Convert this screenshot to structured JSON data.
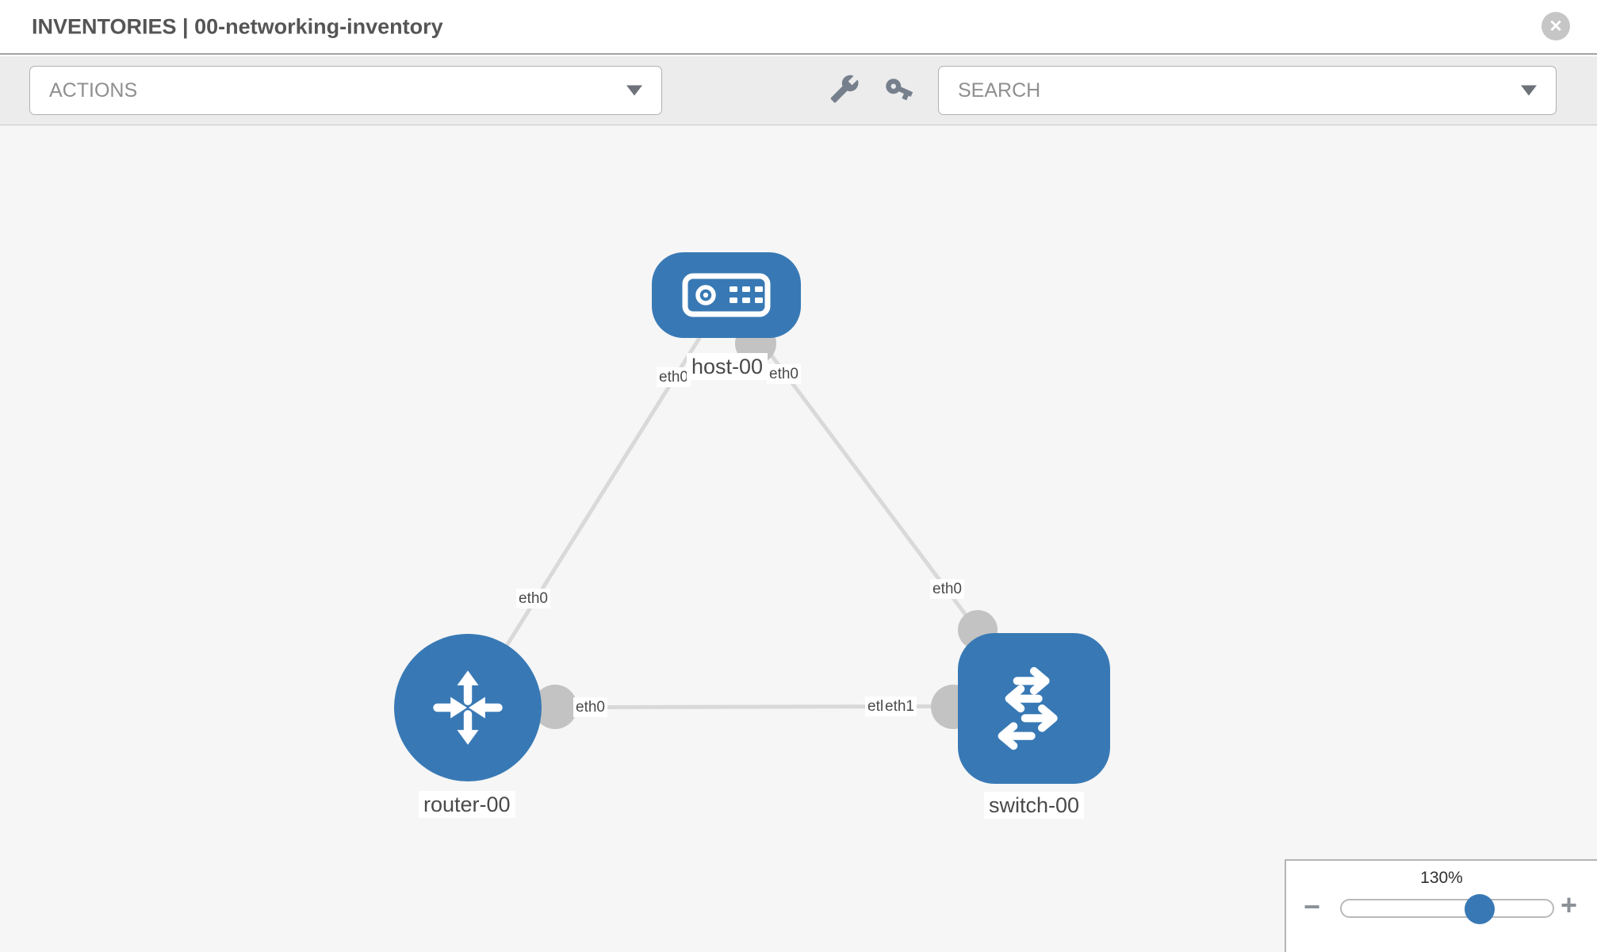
{
  "header": {
    "title": "INVENTORIES | 00-networking-inventory",
    "close_glyph": "✕"
  },
  "toolbar": {
    "actions_label": "ACTIONS",
    "search_label": "SEARCH",
    "icons": [
      "caret-down-icon",
      "wrench-icon",
      "key-icon"
    ]
  },
  "topology": {
    "nodes": [
      {
        "label": "host-00",
        "type": "host"
      },
      {
        "label": "router-00",
        "type": "router"
      },
      {
        "label": "switch-00",
        "type": "switch"
      }
    ],
    "links": [
      {
        "from": "host-00",
        "from_interface": "eth0",
        "to": "router-00",
        "to_interface": "eth0"
      },
      {
        "from": "host-00",
        "from_interface": "eth0",
        "to": "switch-00",
        "to_interface": "eth0"
      },
      {
        "from": "router-00",
        "from_interface": "eth0",
        "to": "switch-00",
        "to_interface": "eth1"
      }
    ],
    "interface_chips": [
      {
        "text": "eth0"
      },
      {
        "text": "eth0"
      },
      {
        "text": "eth0"
      },
      {
        "text": "eth0"
      },
      {
        "text": "eth0"
      },
      {
        "text": "eth0"
      },
      {
        "text": "eth1"
      }
    ]
  },
  "zoom_control": {
    "level": "130%",
    "minus_glyph": "−",
    "plus_glyph": "+"
  },
  "colors": {
    "node_blue": "#3879b5",
    "link_gray": "#d9d9d9",
    "dot_gray": "#c3c3c3",
    "icon_gray": "#76808c",
    "toolbar_bg": "#ececec",
    "canvas_bg": "#f6f6f6"
  }
}
